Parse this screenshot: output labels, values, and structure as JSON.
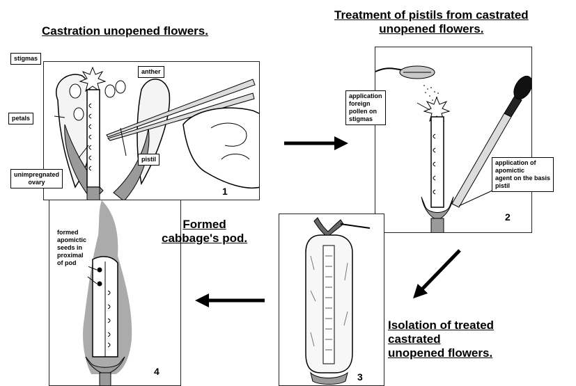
{
  "step1": {
    "title": "Castration unopened flowers.",
    "labels": {
      "stigmas": "stigmas",
      "anther": "anther",
      "petals": "petals",
      "pistil": "pistil",
      "ovary_line1": "unimpregnated",
      "ovary_line2": "ovary"
    },
    "number": "1"
  },
  "step2": {
    "title_line1": "Treatment of pistils from castrated",
    "title_line2": "unopened flowers.",
    "pollen_label": [
      "application",
      "foreign",
      "pollen on",
      "stigmas"
    ],
    "agent_label": [
      "application of",
      "apomictic",
      "agent on the basis",
      "pistil"
    ],
    "number": "2"
  },
  "step3": {
    "title_line1": "Isolation of treated",
    "title_line2": "castrated",
    "title_line3": "unopened flowers.",
    "number": "3"
  },
  "step4": {
    "title_line1": "Formed",
    "title_line2": "cabbage's pod.",
    "seeds_label": [
      "formed",
      "apomictic",
      "seeds in",
      "proximal",
      "of pod"
    ],
    "number": "4"
  }
}
